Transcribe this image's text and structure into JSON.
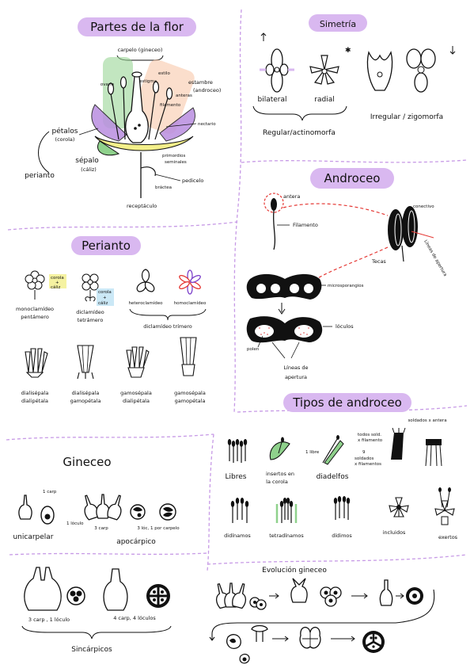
{
  "colors": {
    "highlight": "#d9b8f0",
    "divider": "#c79ae6",
    "green": "#8fd18c",
    "yellow": "#f3ef8a",
    "peach": "#f7c3a3",
    "purple": "#b98ee0",
    "red": "#e53935"
  },
  "sections": {
    "partes": {
      "title": "Partes de la flor",
      "carpelo": "carpelo (gineceo)",
      "ovario": "ovario",
      "estigma": "estigma",
      "estilo": "estilo",
      "estambre": "estambre",
      "androceo": "(androceo)",
      "anteras": "anteras",
      "filamento": "filamento",
      "nectario": "nectario",
      "petalos": "pétalos",
      "corola": "(corola)",
      "sepalo": "sépalo",
      "caliz": "(cáliz)",
      "perianto": "perianto",
      "primordios": "primordios",
      "seminales": "seminales",
      "bractea": "bráctea",
      "pedicelo": "pedicelo",
      "receptaculo": "receptáculo"
    },
    "simetria": {
      "title": "Simetría",
      "bilateral": "bilateral",
      "radial": "radial",
      "regular": "Regular/actinomorfa",
      "irregular": "Irregular / zigomorfa"
    },
    "androceo": {
      "title": "Androceo",
      "antera": "antera",
      "filamento": "Filamento",
      "conectivo": "conectivo",
      "tecas": "Tecas",
      "lineas_dehiscencia": "Líneas de apertura",
      "microsporangios": "microsporangios",
      "loculos": "lóculos",
      "polen": "polen",
      "lineas_apertura_1": "Líneas de",
      "lineas_apertura_2": "apertura"
    },
    "perianto": {
      "title": "Perianto",
      "corola": "corola",
      "mas": "+",
      "caliz": "cáliz",
      "monoclamideo": "monoclamídeo",
      "pentamero": "pentámero",
      "diclamideo": "diclamídeo",
      "tetramero": "tetrámero",
      "heteroclamideo": "heteroclamídeo",
      "homoclamideo": "homoclamídeo",
      "diclamideo_trimero": "diclamídeo trímero",
      "types": [
        {
          "a": "dialisépala",
          "b": "dialipétala"
        },
        {
          "a": "dialisépala",
          "b": "gamopétala"
        },
        {
          "a": "gamosépala",
          "b": "dialipétala"
        },
        {
          "a": "gamosépala",
          "b": "gamopétala"
        }
      ]
    },
    "tipos": {
      "title": "Tipos de androceo",
      "soldados_antera": "soldados x antera",
      "todos_sold_1": "todos sold.",
      "todos_sold_2": "x filamento",
      "libre": "1 libre",
      "nueve": "9",
      "soldados_1": "soldados",
      "soldados_2": "x filamentos",
      "libres": "Libres",
      "insertos_1": "insertos en",
      "insertos_2": "la corola",
      "diadelfos": "diadelfos",
      "didinamos": "didínamos",
      "tetradinamos": "tetradínamos",
      "didimos": "dídimos",
      "incluidos": "incluidos",
      "exertos": "exertos"
    },
    "gineceo": {
      "title": "Gineceo",
      "un_carp": "1 carp",
      "un_loculo": "1 lóculo",
      "unicarpelar": "unicarpelar",
      "tres_carp": "3 carp",
      "tres_loc": "3 lóc, 1 por carpelo",
      "apocarpico": "apocárpico",
      "tres_carp_1loc": "3 carp , 1 lóculo",
      "cuatro_carp": "4 carp, 4 lóculos",
      "sincarpicos": "Sincárpicos"
    },
    "evolucion": {
      "title": "Evolución gineceo"
    }
  }
}
